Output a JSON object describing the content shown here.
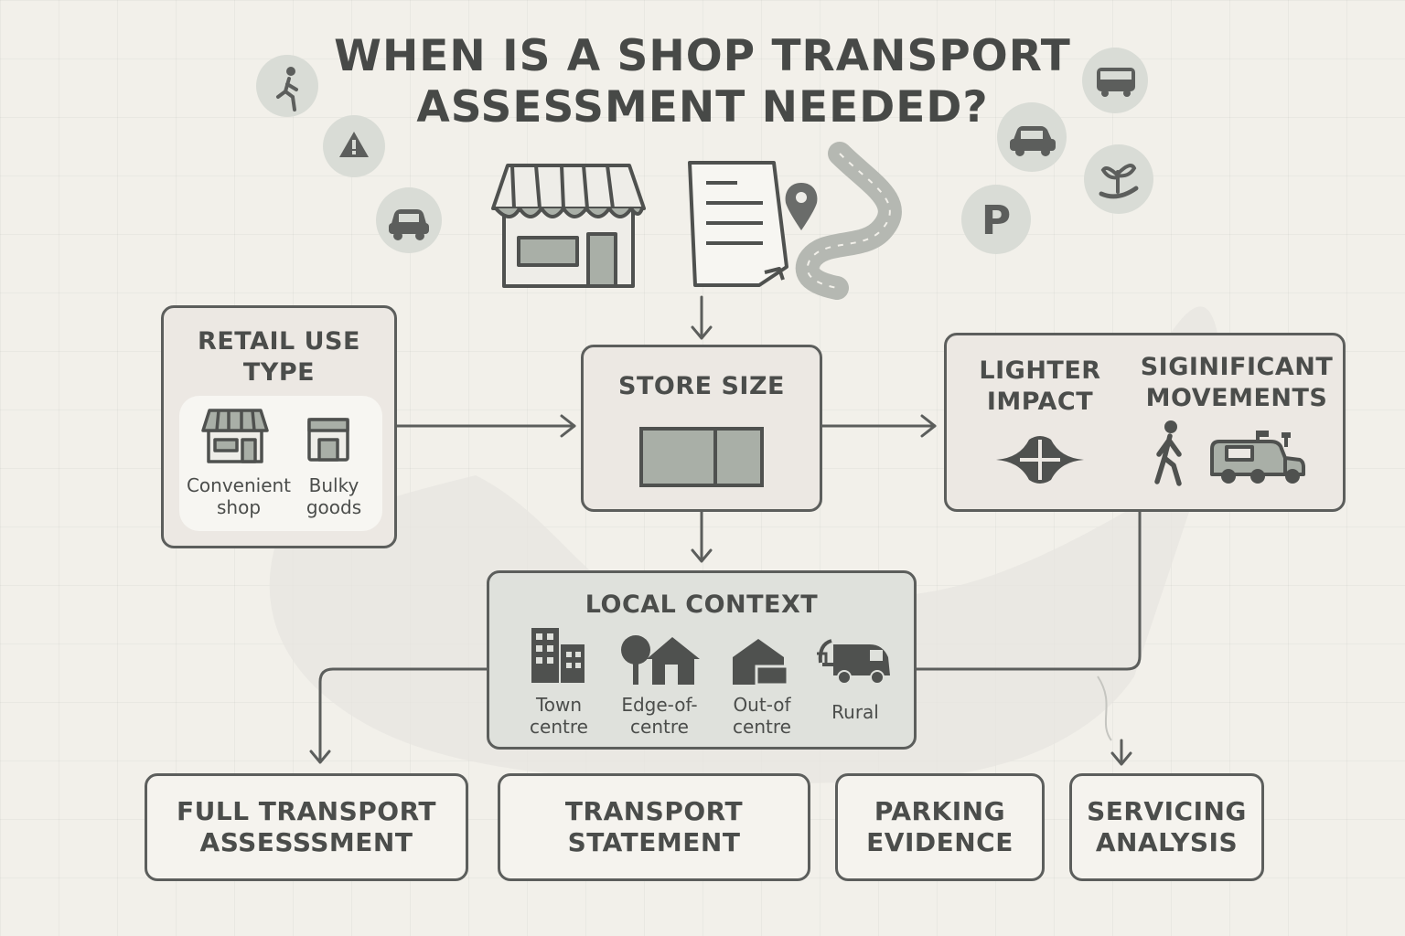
{
  "title": {
    "line1": "WHEN IS A SHOP TRANSPORT",
    "line2": "ASSESSMENT NEEDED?"
  },
  "decor_icons": {
    "left": [
      "pedestrian-icon",
      "warning-icon",
      "car-icon"
    ],
    "right": [
      "bus-icon",
      "car-icon",
      "plant-icon",
      "parking-icon"
    ],
    "top": [
      "shop-front-icon",
      "document-icon",
      "location-pin-icon",
      "road-icon"
    ]
  },
  "retail_use": {
    "label_line1": "RETAIL USE",
    "label_line2": "TYPE",
    "options": [
      {
        "line1": "Convenient",
        "line2": "shop",
        "icon": "shop-icon"
      },
      {
        "line1": "Bulky",
        "line2": "goods",
        "icon": "warehouse-icon"
      }
    ]
  },
  "store_size": {
    "label": "STORE SIZE",
    "icon": "floor-plan-icon"
  },
  "impact": {
    "lighter_line1": "LIGHTER",
    "lighter_line2": "IMPACT",
    "lighter_icon": "roundabout-icon",
    "significant_line1": "SIGINIFICANT",
    "significant_line2": "MOVEMENTS",
    "significant_icons": [
      "pedestrian-icon",
      "delivery-truck-icon"
    ]
  },
  "local_context": {
    "label": "LOCAL CONTEXT",
    "items": [
      {
        "line1": "Town",
        "line2": "centre",
        "icon": "buildings-icon"
      },
      {
        "line1": "Edge-of-",
        "line2": "centre",
        "icon": "house-tree-icon"
      },
      {
        "line1": "Out-of",
        "line2": "centre",
        "icon": "warehouse-icon"
      },
      {
        "line1": "Rural",
        "line2": "",
        "icon": "van-icon"
      }
    ]
  },
  "outcomes": [
    {
      "line1": "FULL TRANSPORT",
      "line2": "ASSESSSMENT"
    },
    {
      "line1": "TRANSPORT",
      "line2": "STATEMENT"
    },
    {
      "line1": "PARKING",
      "line2": "EVIDENCE"
    },
    {
      "line1": "SERVICING",
      "line2": "ANALYSIS"
    }
  ],
  "colors": {
    "background": "#f2f0ea",
    "stroke": "#5c5e5c",
    "fill_soft": "#a9afa7",
    "box": "#ece8e3",
    "context_box": "#dfe1dc"
  }
}
